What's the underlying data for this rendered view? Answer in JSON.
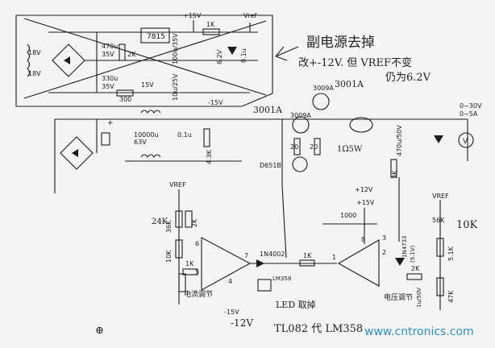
{
  "labels": {
    "vplus15": "+15V",
    "vref_top": "Vref",
    "reg7815": "7815",
    "r1k_top": "1K",
    "c470u35": "470u",
    "c470u35v": "35V",
    "r2k_top": "2K",
    "c100u": "100u/35V",
    "r62v": "6.2V",
    "c01u_top": "0.1u",
    "t18a": "18V",
    "t18b": "18V",
    "c330u": "330u",
    "c330uv": "35V",
    "z15v": "15V",
    "c10u": "10u/25V",
    "r300": "300",
    "vneg15_top": "-15V",
    "note1": "副电源去掉",
    "note2": "改+-12V. 但 VREF不变",
    "note3": "仍为6.2V",
    "t3009a_a": "3009A",
    "t3009a_b": "3009A",
    "t3001a_a": "3001A",
    "t3001a_b": "3001A",
    "c10000u": "10000u",
    "c63v": "63V",
    "c01u_mid": "0.1u",
    "r43k": "4.3K",
    "r20a": "20",
    "r20b": "20",
    "d651b": "D651B",
    "r12_5w": "1Ω5W",
    "c470u50": "470u/50V",
    "r3k": "3K",
    "vout_v": "0~30V",
    "vout_a": "0~5A",
    "meter": "V",
    "vref_left": "VREF",
    "r36k": "36K",
    "r2k_left": "2K",
    "h24k": "24K",
    "r10k_left": "10K",
    "r1k_left": "1K",
    "n6": "6",
    "n5": "5",
    "n4": "4",
    "n7": "7",
    "d1n4002": "1N4002",
    "r1k_mid": "1K",
    "lm358": "LM358",
    "i_adj": "电流调节",
    "led_note": "LED 取掉",
    "vneg15_bot": "-15V",
    "vneg12": "-12V",
    "vplus12": "+12V",
    "vplus15_b": "+15V",
    "c1000": "1000",
    "n8": "8",
    "n3": "3",
    "n2": "2",
    "n1": "1",
    "d1n4733": "1N4733",
    "d51v": "(5.1V)",
    "r2k_right": "2K",
    "vref_right": "VREF",
    "r56k": "56K",
    "h10k": "10K",
    "r51k": "5.1K",
    "r47k": "47K",
    "c1u50": "1u/50V",
    "u_adj": "电压调节",
    "chip_note": "TL082 代 LM358",
    "watermark": "www.cntronics.com"
  },
  "colors": {
    "ink": "#1a1a1a",
    "paper": "#f4f4f4",
    "watermark": "#2f8fbf"
  }
}
